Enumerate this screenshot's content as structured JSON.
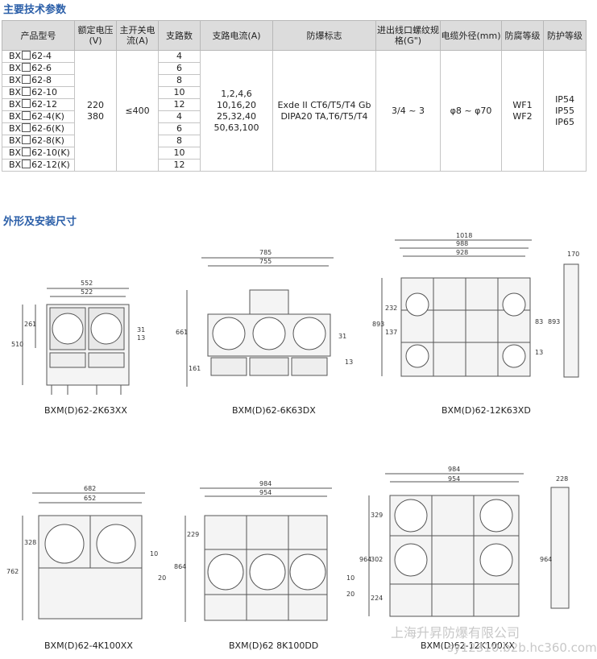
{
  "section_spec_title": "主要技术参数",
  "section_dims_title": "外形及安装尺寸",
  "table": {
    "headers": [
      "产品型号",
      "额定电压(V)",
      "主开关电流(A)",
      "支路数",
      "支路电流(A)",
      "防爆标志",
      "进出线口螺纹规格(G\")",
      "电缆外径(mm)",
      "防腐等级",
      "防护等级"
    ],
    "models": [
      "62-4",
      "62-6",
      "62-8",
      "62-10",
      "62-12",
      "62-4(K)",
      "62-6(K)",
      "62-8(K)",
      "62-10(K)",
      "62-12(K)"
    ],
    "model_prefix": "BX",
    "branches": [
      "4",
      "6",
      "8",
      "10",
      "12",
      "4",
      "6",
      "8",
      "10",
      "12"
    ],
    "voltage": [
      "220",
      "380"
    ],
    "main_current": "≤400",
    "branch_current": [
      "1,2,4,6",
      "10,16,20",
      "25,32,40",
      "50,63,100"
    ],
    "ex_mark": [
      "Exde II CT6/T5/T4  Gb",
      "DIPA20 TA,T6/T5/T4"
    ],
    "thread": "3/4 ~ 3",
    "cable": "φ8 ~ φ70",
    "anticorrosion": [
      "WF1",
      "WF2"
    ],
    "protection": [
      "IP54",
      "IP55",
      "IP65"
    ]
  },
  "figures": [
    {
      "label": "BXM(D)62-2K63XX",
      "dims": [
        "552",
        "522",
        "261",
        "510",
        "31",
        "13"
      ]
    },
    {
      "label": "BXM(D)62-6K63DX",
      "dims": [
        "785",
        "755",
        "661",
        "161",
        "31",
        "13"
      ]
    },
    {
      "label": "BXM(D)62-12K63XD",
      "dims": [
        "1018",
        "988",
        "928",
        "232",
        "893",
        "137",
        "83",
        "13",
        "170",
        "893"
      ]
    },
    {
      "label": "BXM(D)62-4K100XX",
      "dims": [
        "682",
        "652",
        "328",
        "762",
        "10",
        "20"
      ]
    },
    {
      "label": "BXM(D)62 8K100DD",
      "dims": [
        "984",
        "954",
        "229",
        "864",
        "10",
        "20"
      ]
    },
    {
      "label": "BXM(D)62-12K100XX",
      "dims": [
        "984",
        "954",
        "329",
        "302",
        "964",
        "224",
        "228",
        "964"
      ]
    }
  ],
  "watermark": [
    "上海升昇防爆有限公司",
    "sy12310.b2b.hc360.com"
  ],
  "colors": {
    "title": "#2a5ea8",
    "header_bg": "#dcdcdc",
    "line": "#555555"
  }
}
